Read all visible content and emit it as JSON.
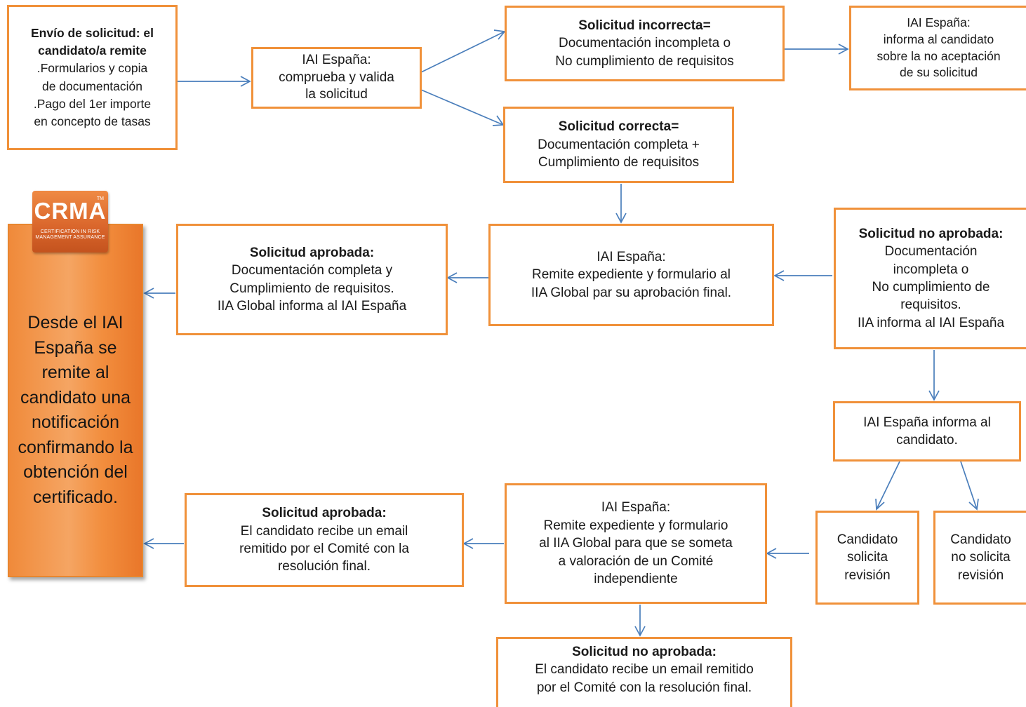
{
  "start": {
    "title_line1": "Envío de solicitud: el",
    "title_line2": "candidato/a remite",
    "lines": [
      ".Formularios y copia",
      "de documentación",
      ".Pago del 1er importe",
      "en concepto de tasas"
    ]
  },
  "check": {
    "lines": [
      "IAI España:",
      "comprueba y valida",
      "la solicitud"
    ]
  },
  "incorrect": {
    "title": "Solicitud  incorrecta=",
    "lines": [
      "Documentación incompleta  o",
      "No cumplimiento de requisitos"
    ]
  },
  "inform_reject": {
    "lines": [
      "IAI España:",
      "informa al candidato",
      "sobre la no aceptación",
      "de su solicitud"
    ]
  },
  "correct": {
    "title": "Solicitud correcta=",
    "lines": [
      "Documentación completa  +",
      "Cumplimiento de requisitos"
    ]
  },
  "remit_global": {
    "lines": [
      "IAI España:",
      "Remite expediente y formulario al",
      "IIA Global par su aprobación final."
    ]
  },
  "approved1": {
    "title": "Solicitud aprobada:",
    "lines": [
      "Documentación completa  y",
      "Cumplimiento de requisitos.",
      "IIA Global informa al IAI España"
    ]
  },
  "not_approved1": {
    "title": "Solicitud  no aprobada:",
    "lines": [
      "Documentación",
      "incompleta  o",
      "No cumplimiento de",
      "requisitos.",
      "IIA informa al IAI España"
    ]
  },
  "inform_candidate": {
    "lines": [
      "IAI España informa al",
      "candidato."
    ]
  },
  "requests_review": {
    "lines": [
      "Candidato",
      "solicita",
      "revisión"
    ]
  },
  "no_review": {
    "lines": [
      "Candidato",
      "no solicita",
      "revisión"
    ]
  },
  "committee": {
    "lines": [
      "IAI España:",
      "Remite expediente y  formulario",
      "al IIA Global para que se someta",
      "a valoración de un Comité",
      "independiente"
    ]
  },
  "approved2": {
    "title": "Solicitud  aprobada:",
    "lines": [
      "El candidato recibe un email",
      "remitido por el Comité con la",
      "resolución final."
    ]
  },
  "not_approved2": {
    "title": "Solicitud  no aprobada:",
    "lines": [
      "El candidato recibe un email remitido",
      "por el Comité con la resolución final."
    ]
  },
  "final": {
    "text": "Desde el IAI España se remite al candidato una notificación confirmando la obtención del certificado."
  },
  "logo": {
    "acronym": "CRMA",
    "trademark": "TM",
    "subtitle_line1": "CERTIFICATION IN RISK",
    "subtitle_line2": "MANAGEMENT ASSURANCE"
  },
  "colors": {
    "box_border": "#f0913a",
    "arrow": "#4a7ebb",
    "final_fill": "#f5a563"
  }
}
